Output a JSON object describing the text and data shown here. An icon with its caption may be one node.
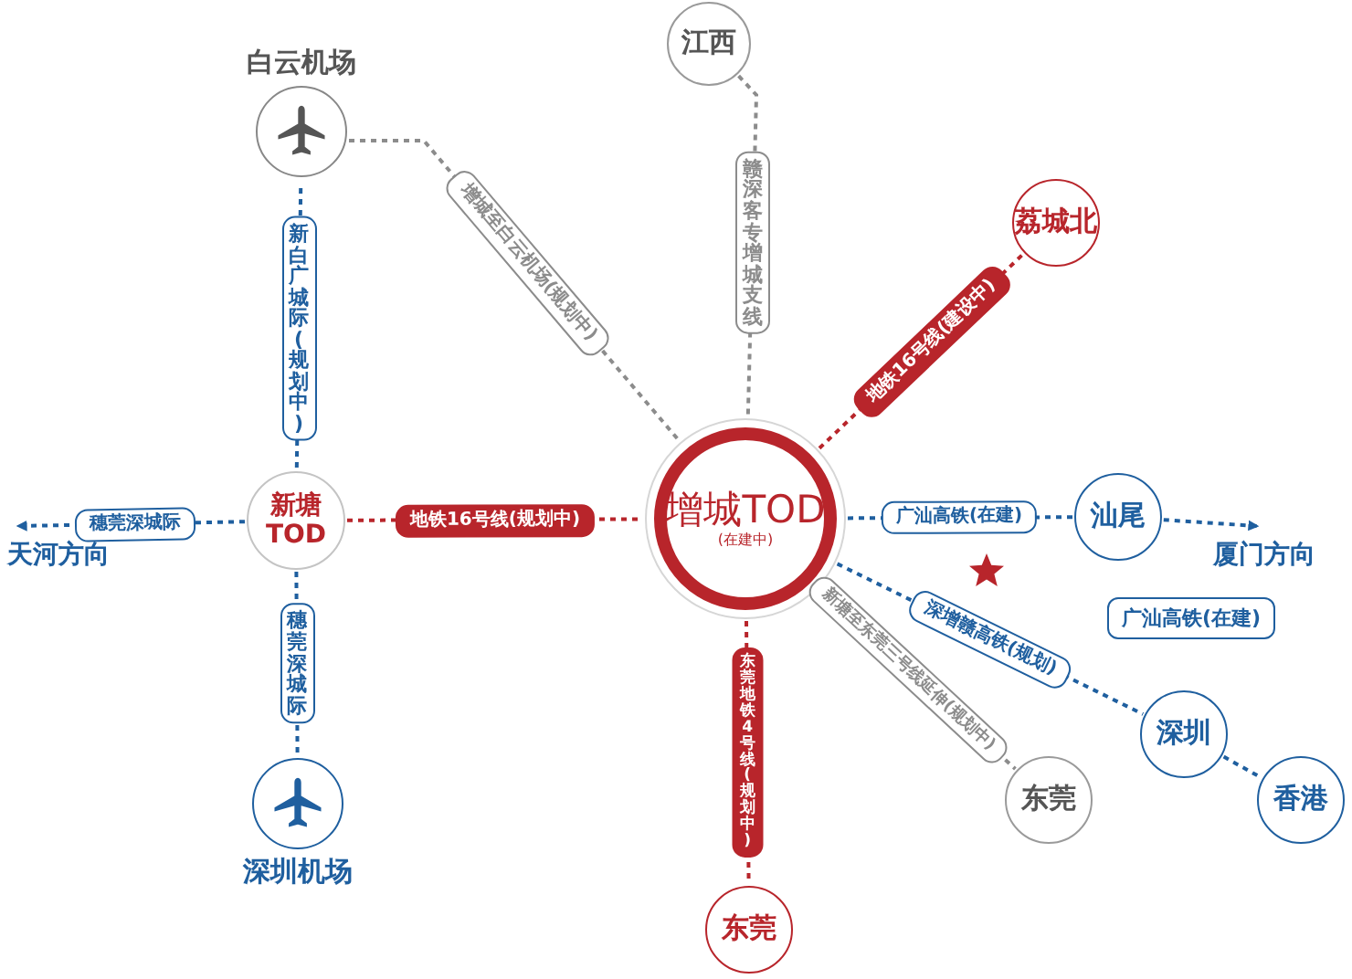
{
  "diagram": {
    "nodes": [
      {
        "text": [
          "白云机场"
        ]
      },
      {
        "text": [
          "江西"
        ]
      },
      {
        "text": [
          "荔城北"
        ]
      },
      {
        "text": [
          "新塘 TOD"
        ]
      },
      {
        "text": [
          "增城TOD",
          "(在建中)"
        ]
      },
      {
        "text": [
          "汕尾"
        ]
      },
      {
        "text": [
          "深圳"
        ]
      },
      {
        "text": [
          "香港"
        ]
      },
      {
        "text": [
          "东莞"
        ]
      },
      {
        "text": [
          "深圳机场"
        ]
      },
      {
        "text": [
          "东莞"
        ]
      },
      {
        "text": [
          "天河方向"
        ]
      },
      {
        "text": [
          "厦门方向"
        ]
      }
    ],
    "edges": [
      {
        "from": 0,
        "to": 4,
        "arrow": "none",
        "label": "增城至白云机场(规划中)",
        "style": "dashed",
        "color": "#8c8c8c"
      },
      {
        "from": 1,
        "to": 4,
        "arrow": "none",
        "label": "赣深客专增城支线",
        "style": "dashed",
        "color": "#8c8c8c"
      },
      {
        "from": 4,
        "to": 2,
        "arrow": "none",
        "label": "地铁16号线(建设中)",
        "style": "dashed",
        "color": "#b8252b"
      },
      {
        "from": 0,
        "to": 3,
        "arrow": "none",
        "label": "新白广城际(规划中)",
        "style": "dashed",
        "color": "#1f5f9f"
      },
      {
        "from": 3,
        "to": 11,
        "arrow": "to",
        "label": "穗莞深城际",
        "style": "dashed",
        "color": "#1f5f9f"
      },
      {
        "from": 3,
        "to": 4,
        "arrow": "none",
        "label": "地铁16号线(规划中)",
        "style": "dashed",
        "color": "#b8252b"
      },
      {
        "from": 3,
        "to": 9,
        "arrow": "none",
        "label": "穗莞深城际",
        "style": "dashed",
        "color": "#1f5f9f"
      },
      {
        "from": 4,
        "to": 5,
        "arrow": "none",
        "label": "广汕高铁(在建)",
        "style": "dashed",
        "color": "#1f5f9f"
      },
      {
        "from": 5,
        "to": 12,
        "arrow": "to",
        "style": "dashed",
        "color": "#1f5f9f"
      },
      {
        "from": 4,
        "to": 6,
        "arrow": "none",
        "label": "深增赣高铁(规划)",
        "style": "dashed",
        "color": "#1f5f9f"
      },
      {
        "from": 6,
        "to": 7,
        "arrow": "none",
        "style": "dashed",
        "color": "#1f5f9f"
      },
      {
        "from": 4,
        "to": 8,
        "arrow": "none",
        "label": "新塘至东莞三号线延伸(规划中)",
        "style": "dashed",
        "color": "#8c8c8c"
      },
      {
        "from": 4,
        "to": 10,
        "arrow": "none",
        "label": "东莞地铁4号线(规划中)",
        "style": "dashed",
        "color": "#b8252b"
      }
    ],
    "labels": [
      "广汕高铁(在建)"
    ]
  }
}
